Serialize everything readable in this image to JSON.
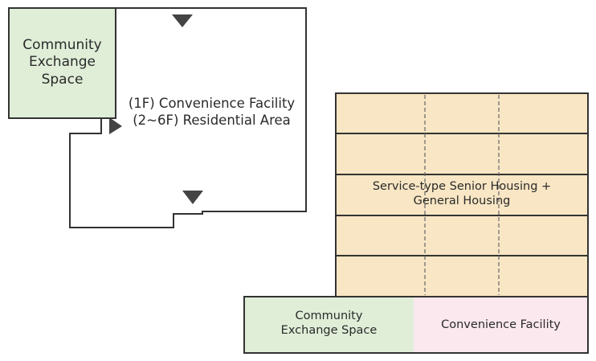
{
  "plan": {
    "community_label_lines": [
      "Community",
      "Exchange",
      "Space"
    ],
    "building_label_lines": [
      "(1F) Convenience Facility",
      "(2~6F) Residential Area"
    ]
  },
  "section": {
    "upper_floors_label_lines": [
      "Service-type Senior Housing +",
      "General Housing"
    ],
    "ground_left_label_lines": [
      "Community",
      "Exchange Space"
    ],
    "ground_right_label": "Convenience Facility"
  },
  "colors": {
    "community_fill": "#e0eed8",
    "convenience_fill": "#fbe8ee",
    "residential_fill": "#f8e6c4",
    "outline": "#333333",
    "entrance_marker": "#444444"
  }
}
